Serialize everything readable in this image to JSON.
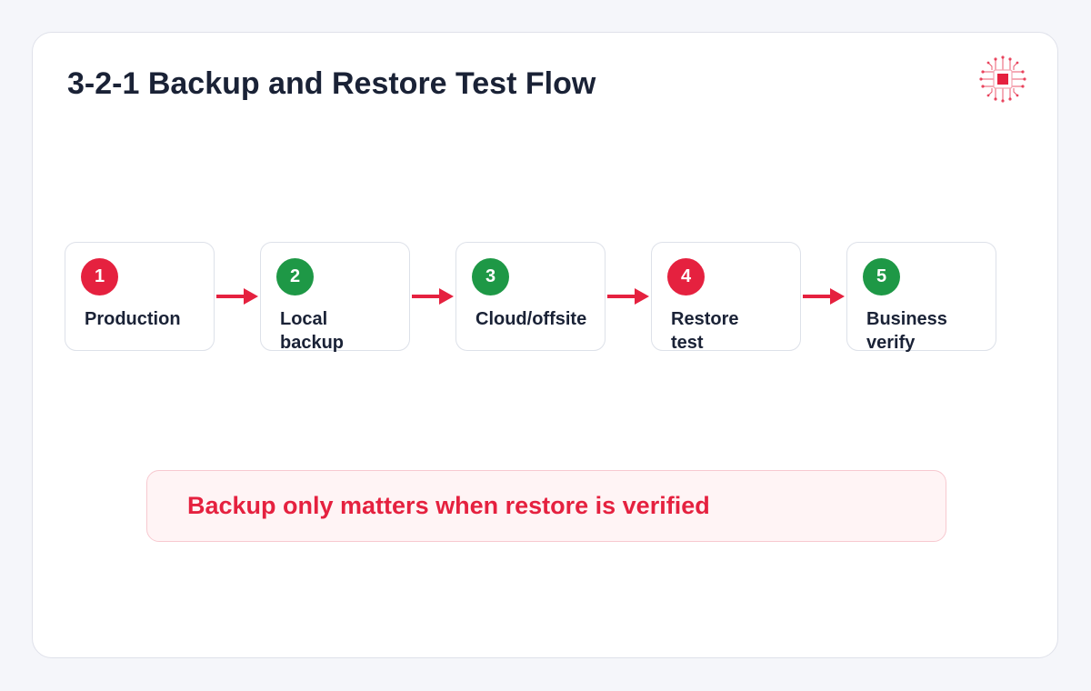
{
  "title": "3-2-1 Backup and Restore Test Flow",
  "logo": {
    "icon": "circuit-chip-logo",
    "color": "#e5213f"
  },
  "steps": [
    {
      "number": "1",
      "label": "Production",
      "badge_color": "#e5213f"
    },
    {
      "number": "2",
      "label": "Local backup",
      "badge_color": "#1e9846"
    },
    {
      "number": "3",
      "label": "Cloud/offsite",
      "badge_color": "#1e9846"
    },
    {
      "number": "4",
      "label": "Restore test",
      "badge_color": "#e5213f"
    },
    {
      "number": "5",
      "label": "Business verify",
      "badge_color": "#1e9846"
    }
  ],
  "arrow_color": "#e5213f",
  "note": {
    "text": "Backup only matters when restore is verified"
  }
}
